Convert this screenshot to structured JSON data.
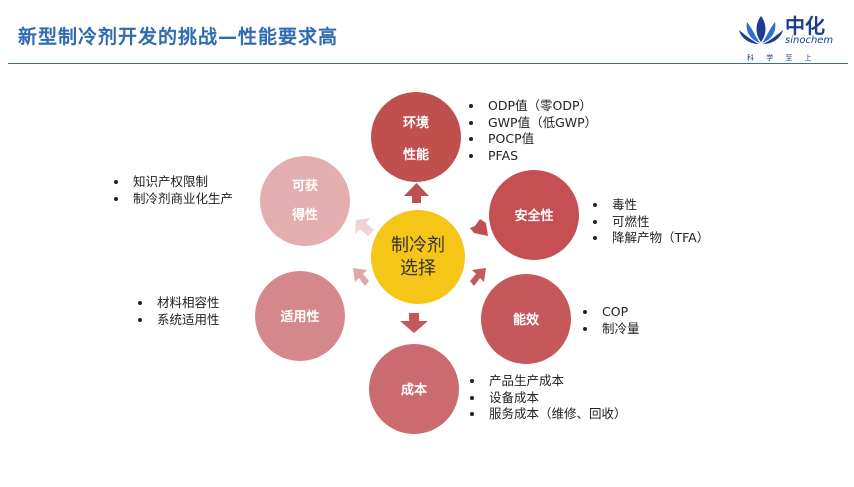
{
  "header": {
    "title": "新型制冷剂开发的挑战—性能要求高",
    "logo_cn": "中化",
    "logo_en": "sinochem",
    "logo_slogan": "科 学 至 上"
  },
  "center": {
    "line1": "制冷剂",
    "line2": "选择"
  },
  "nodes": [
    {
      "id": "env",
      "line1": "环境",
      "line2": "性能",
      "color": "#c0504d",
      "bullets": [
        "ODP值（零ODP）",
        "GWP值（低GWP）",
        "POCP值",
        "PFAS"
      ]
    },
    {
      "id": "safety",
      "line1": "安全性",
      "line2": "",
      "color": "#c64f54",
      "bullets": [
        "毒性",
        "可燃性",
        "降解产物（TFA）"
      ]
    },
    {
      "id": "efficiency",
      "line1": "能效",
      "line2": "",
      "color": "#c5585b",
      "bullets": [
        "COP",
        "制冷量"
      ]
    },
    {
      "id": "cost",
      "line1": "成本",
      "line2": "",
      "color": "#cc6b6f",
      "bullets": [
        "产品生产成本",
        "设备成本",
        "服务成本（维修、回收）"
      ]
    },
    {
      "id": "applicability",
      "line1": "适用性",
      "line2": "",
      "color": "#d5888b",
      "bullets": [
        "材料相容性",
        "系统适用性"
      ]
    },
    {
      "id": "obtainability",
      "line1": "可获",
      "line2": "得性",
      "color": "#e3aeaf",
      "bullets": [
        "知识产权限制",
        "制冷剂商业化生产"
      ]
    }
  ],
  "colors": {
    "title": "#2e6bb0",
    "center_fill": "#f5c518",
    "logo": "#1b3d8f"
  }
}
